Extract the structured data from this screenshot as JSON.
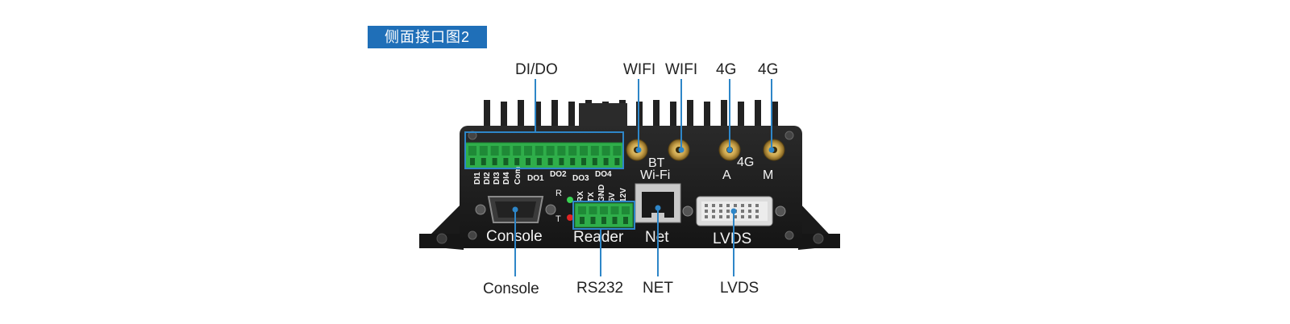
{
  "title": "侧面接口图2",
  "callouts": {
    "dido": "DI/DO",
    "wifi1": "WIFI",
    "wifi2": "WIFI",
    "g4a": "4G",
    "g4b": "4G",
    "console": "Console",
    "rs232": "RS232",
    "net": "NET",
    "lvds": "LVDS"
  },
  "device_silk": {
    "bt": "BT",
    "wifi": "Wi-Fi",
    "g4": "4G",
    "a": "A",
    "m": "M",
    "console": "Console",
    "reader": "Reader",
    "net": "Net",
    "lvds": "LVDS",
    "r": "R",
    "t": "T",
    "di1": "DI1",
    "di2": "DI2",
    "di3": "DI3",
    "di4": "DI4",
    "com": "Com",
    "do1": "DO1",
    "do2": "DO2",
    "do3": "DO3",
    "do4": "DO4",
    "rx": "RX",
    "tx": "TX",
    "gnd": "GND",
    "v5": "5V",
    "v12": "12V"
  },
  "colors": {
    "accent": "#1f6fb8",
    "leader": "#2e86c8",
    "terminal_green": "#2fae4a",
    "device_body": "#1d1d1d"
  }
}
